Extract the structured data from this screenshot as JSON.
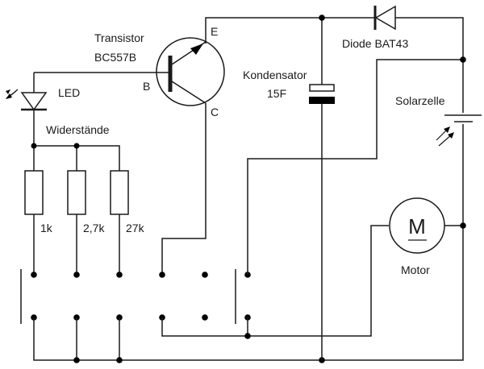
{
  "diagram": {
    "title": "",
    "type": "circuit-schematic",
    "components": {
      "transistor": {
        "label": "Transistor",
        "part": "BC557B",
        "pin_emitter": "E",
        "pin_base": "B",
        "pin_collector": "C"
      },
      "led": {
        "label": "LED"
      },
      "resistors": {
        "group_label": "Widerstände",
        "values": [
          "1k",
          "2,7k",
          "27k"
        ]
      },
      "capacitor": {
        "label": "Kondensator",
        "value": "15F"
      },
      "diode": {
        "label": "Diode BAT43"
      },
      "solar_cell": {
        "label": "Solarzelle"
      },
      "motor": {
        "label": "Motor",
        "symbol": "M"
      }
    },
    "colors": {
      "line": "#1a1a1a",
      "background": "#ffffff"
    }
  }
}
